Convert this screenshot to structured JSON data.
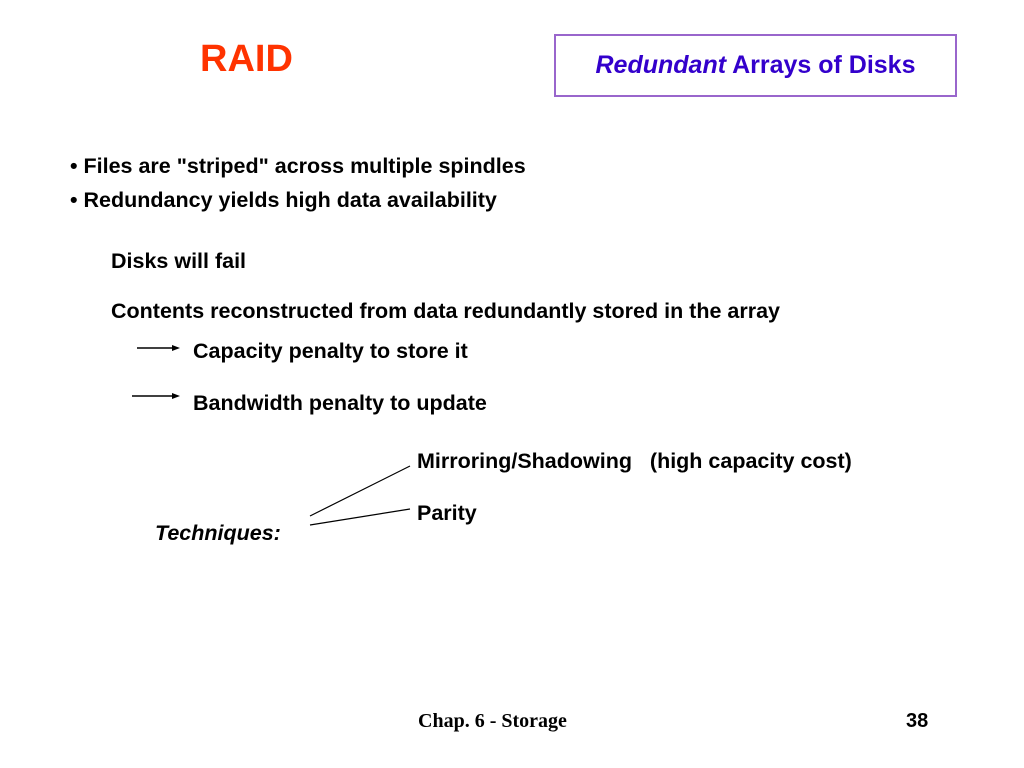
{
  "title": "RAID",
  "subtitle": {
    "emphasis": "Redundant",
    "rest": " Arrays of Disks"
  },
  "bullets": [
    "• Files are \"striped\" across multiple spindles",
    "• Redundancy yields high data availability"
  ],
  "points": [
    "Disks will fail",
    "Contents reconstructed from data redundantly stored in the array"
  ],
  "penalties": [
    "Capacity penalty to store it",
    "Bandwidth penalty to update"
  ],
  "techniques": {
    "label": "Techniques:",
    "items": [
      "Mirroring/Shadowing   (high capacity cost)",
      "Parity"
    ]
  },
  "footer": {
    "chapter": "Chap. 6 - Storage",
    "page": "38"
  },
  "colors": {
    "title": "#ff3300",
    "subtitle_text": "#3300cc",
    "subtitle_border": "#9966cc"
  }
}
